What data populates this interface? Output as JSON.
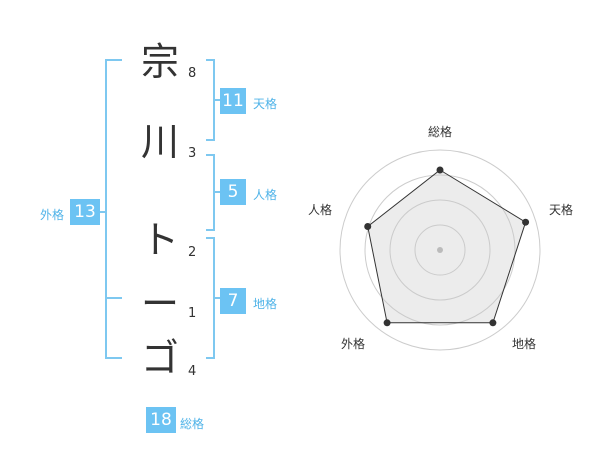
{
  "name": {
    "chars": [
      {
        "char": "宗",
        "strokes": "8"
      },
      {
        "char": "川",
        "strokes": "3"
      },
      {
        "char": "ト",
        "strokes": "2"
      },
      {
        "char": "ー",
        "strokes": "1"
      },
      {
        "char": "ゴ",
        "strokes": "4"
      }
    ]
  },
  "kakusu": {
    "tenkaku": {
      "value": "11",
      "label": "天格"
    },
    "jinkaku": {
      "value": "5",
      "label": "人格"
    },
    "chikaku": {
      "value": "7",
      "label": "地格"
    },
    "gaikaku": {
      "value": "13",
      "label": "外格"
    },
    "soukaku": {
      "value": "18",
      "label": "総格"
    }
  },
  "radar": {
    "labels": {
      "soukaku": "総格",
      "tenkaku": "天格",
      "chikaku": "地格",
      "gaikaku": "外格",
      "jinkaku": "人格"
    },
    "max": 5,
    "levels": 4,
    "values": {
      "soukaku": 4,
      "tenkaku": 4.5,
      "chikaku": 4.5,
      "gaikaku": 4.5,
      "jinkaku": 3.8
    }
  },
  "colors": {
    "accent": "#6cc3f3",
    "bracket": "#7ec8f0"
  }
}
